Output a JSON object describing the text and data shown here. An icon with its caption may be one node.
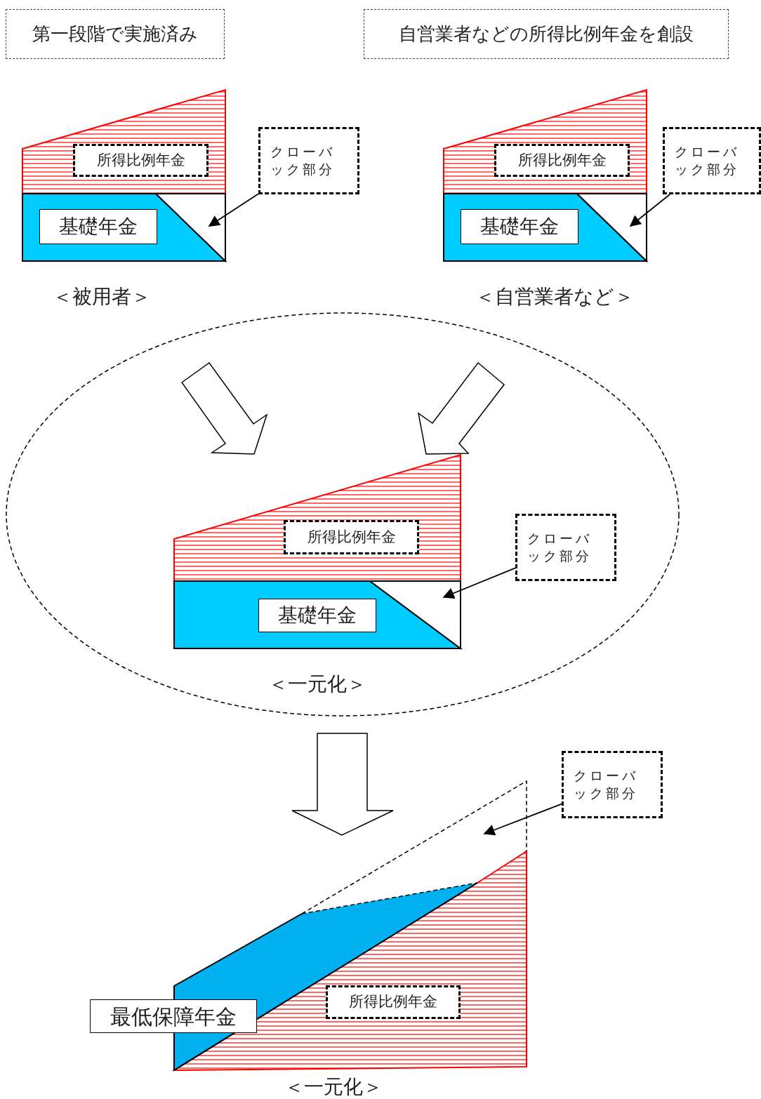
{
  "diagram": {
    "nodes": [
      {
        "text": [
          "第一段階で実施済み"
        ]
      },
      {
        "text": [
          "自営業者などの所得比例年金を創設"
        ]
      },
      {
        "text": [],
        "shape": "trapezoid"
      },
      {
        "text": [
          "所得比例年金"
        ],
        "in": 2
      },
      {
        "text": [
          "クローバック部分"
        ]
      },
      {
        "text": [],
        "shape": "box"
      },
      {
        "text": [
          "基礎年金"
        ],
        "in": 5
      },
      {
        "text": [],
        "shape": "triangle",
        "in": 5
      },
      {
        "text": [],
        "shape": "trapezoid"
      },
      {
        "text": [
          "所得比例年金"
        ],
        "in": 8
      },
      {
        "text": [
          "クローバック部分"
        ]
      },
      {
        "text": [],
        "shape": "box"
      },
      {
        "text": [
          "基礎年金"
        ],
        "in": 11
      },
      {
        "text": [],
        "shape": "triangle",
        "in": 11
      },
      {
        "text": [],
        "shape": "ellipse"
      },
      {
        "text": [],
        "shape": "trapezoid",
        "in": 14
      },
      {
        "text": [
          "所得比例年金"
        ],
        "in": 15
      },
      {
        "text": [
          "クローバック部分"
        ],
        "in": 14
      },
      {
        "text": [],
        "shape": "box",
        "in": 14
      },
      {
        "text": [
          "基礎年金"
        ],
        "in": 18
      },
      {
        "text": [],
        "shape": "triangle",
        "in": 18
      },
      {
        "text": [],
        "shape": "trapezoid"
      },
      {
        "text": [
          "所得比例年金"
        ],
        "in": 21
      },
      {
        "text": [],
        "shape": "parallelogram"
      },
      {
        "text": [
          "最低保障年金"
        ]
      },
      {
        "text": [],
        "shape": "triangle"
      },
      {
        "text": [
          "クローバック部分"
        ]
      }
    ],
    "edges": [
      {
        "from": 4,
        "to": 7,
        "arrow": "to"
      },
      {
        "from": 10,
        "to": 13,
        "arrow": "to"
      },
      {
        "from": null,
        "to": 15,
        "arrow": "to"
      },
      {
        "from": null,
        "to": 15,
        "arrow": "to"
      },
      {
        "from": 17,
        "to": 20,
        "arrow": "to"
      },
      {
        "from": 14,
        "to": null,
        "arrow": "to"
      },
      {
        "from": 26,
        "to": 25,
        "arrow": "to"
      }
    ],
    "labels": [
      "＜被用者＞",
      "＜自営業者など＞",
      "＜一元化＞",
      "＜一元化＞"
    ]
  }
}
